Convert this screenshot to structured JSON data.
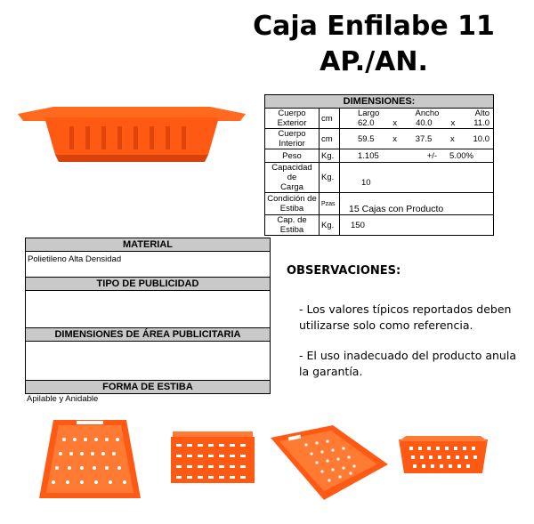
{
  "title": {
    "line1": "Caja Enfilabe 11",
    "line2": "AP./AN."
  },
  "dimensions": {
    "header": "DIMENSIONES:",
    "exterior": {
      "label1": "Cuerpo",
      "label2": "Exterior",
      "unit": "cm",
      "h_largo": "Largo",
      "h_ancho": "Ancho",
      "h_alto": "Alto",
      "largo": "62.0",
      "x1": "x",
      "ancho": "40.0",
      "x2": "x",
      "alto": "11.0"
    },
    "interior": {
      "label1": "Cuerpo",
      "label2": "Interior",
      "unit": "cm",
      "largo": "59.5",
      "x1": "x",
      "ancho": "37.5",
      "x2": "x",
      "alto": "10.0"
    },
    "peso": {
      "label": "Peso",
      "unit": "Kg.",
      "value": "1.105",
      "tol_sign": "+/-",
      "tol": "5.00%"
    },
    "capacidad": {
      "label1": "Capacidad de",
      "label2": "Carga",
      "unit": "Kg.",
      "value": "10"
    },
    "condicion": {
      "label1": "Condición de",
      "label2": "Estiba",
      "unit": "Pzas",
      "value": "15",
      "text": "Cajas con Producto"
    },
    "cap_estiba": {
      "label": "Cap. de Estiba",
      "unit": "Kg.",
      "value": "150"
    }
  },
  "material": {
    "h_material": "MATERIAL",
    "material_value": "Polietileno Alta Densidad",
    "h_publicidad": "TIPO DE PUBLICIDAD",
    "h_area": "DIMENSIONES DE ÁREA PUBLICITARIA",
    "h_estiba": "FORMA DE ESTIBA",
    "estiba_value": "Apilable y Anidable"
  },
  "observaciones": {
    "title": "OBSERVACIONES:",
    "item1": "- Los valores típicos reportados deben utilizarse solo como referencia.",
    "item2": "- El uso inadecuado  del producto anula la garantía."
  },
  "colors": {
    "crate": "#ff5a14",
    "crate_dark": "#e0440a",
    "header_gray": "#c9c9c9"
  }
}
